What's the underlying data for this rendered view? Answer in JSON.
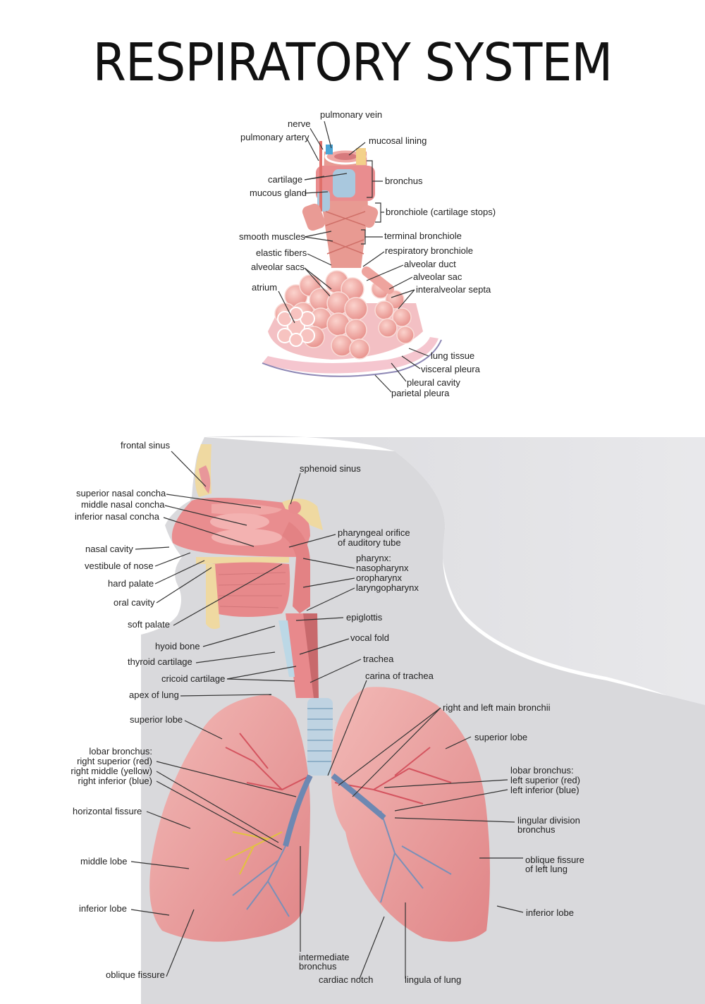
{
  "title": "RESPIRATORY SYSTEM",
  "colors": {
    "tissue_pink": "#e98d8f",
    "alveoli_pink": "#f4b2ad",
    "cartilage_blue": "#a9c8de",
    "bone_yellow": "#efd9a1",
    "background_gray": "#d9d9dc",
    "label_text": "#222222",
    "leader_line": "#333333"
  },
  "bronchiole_diagram": {
    "labels": {
      "pulmonary_vein": "pulmonary vein",
      "nerve": "nerve",
      "pulmonary_artery": "pulmonary artery",
      "mucosal_lining": "mucosal lining",
      "cartilage": "cartilage",
      "mucous_gland": "mucous gland",
      "bronchus": "bronchus",
      "bronchiole": "bronchiole (cartilage stops)",
      "smooth_muscles": "smooth muscles",
      "terminal_bronchiole": "terminal bronchiole",
      "elastic_fibers": "elastic fibers",
      "respiratory_bronchiole": "respiratory bronchiole",
      "alveolar_sacs": "alveolar sacs",
      "alveolar_duct": "alveolar duct",
      "alveolar_sac": "alveolar sac",
      "interalveolar_septa": "interalveolar septa",
      "atrium": "atrium",
      "lung_tissue": "lung tissue",
      "visceral_pleura": "visceral pleura",
      "pleural_cavity": "pleural cavity",
      "parietal_pleura": "parietal pleura"
    }
  },
  "airway_diagram": {
    "labels": {
      "frontal_sinus": "frontal sinus",
      "sphenoid_sinus": "sphenoid sinus",
      "superior_nasal_concha": "superior nasal concha",
      "middle_nasal_concha": "middle nasal concha",
      "inferior_nasal_concha": "inferior nasal concha",
      "pharyngeal_orifice_1": "pharyngeal orifice",
      "pharyngeal_orifice_2": "of auditory tube",
      "nasal_cavity": "nasal cavity",
      "vestibule_of_nose": "vestibule of nose",
      "pharynx": "pharynx:",
      "nasopharynx": "nasopharynx",
      "oropharynx": "oropharynx",
      "laryngopharynx": "laryngopharynx",
      "hard_palate": "hard palate",
      "oral_cavity": "oral cavity",
      "soft_palate": "soft palate",
      "epiglottis": "epiglottis",
      "hyoid_bone": "hyoid bone",
      "vocal_fold": "vocal fold",
      "thyroid_cartilage": "thyroid cartilage",
      "trachea": "trachea",
      "cricoid_cartilage": "cricoid cartilage",
      "carina_of_trachea": "carina of trachea",
      "apex_of_lung": "apex of lung",
      "right_and_left_main_bronchii": "right and left main bronchii",
      "superior_lobe_right": "superior lobe",
      "superior_lobe_left": "superior lobe",
      "lobar_bronchus_right": "lobar bronchus:",
      "right_superior": "right superior (red)",
      "right_middle": "right middle (yellow)",
      "right_inferior": "right inferior (blue)",
      "lobar_bronchus_left": "lobar bronchus:",
      "left_superior": "left superior (red)",
      "left_inferior": "left inferior (blue)",
      "horizontal_fissure": "horizontal fissure",
      "lingular_division_1": "lingular division",
      "lingular_division_2": "bronchus",
      "middle_lobe": "middle lobe",
      "oblique_fissure_left_1": "oblique fissure",
      "oblique_fissure_left_2": "of left lung",
      "inferior_lobe_right": "inferior lobe",
      "inferior_lobe_left": "inferior lobe",
      "oblique_fissure": "oblique fissure",
      "intermediate_bronchus_1": "intermediate",
      "intermediate_bronchus_2": "bronchus",
      "cardiac_notch": "cardiac notch",
      "lingula_of_lung": "lingula of lung"
    }
  }
}
